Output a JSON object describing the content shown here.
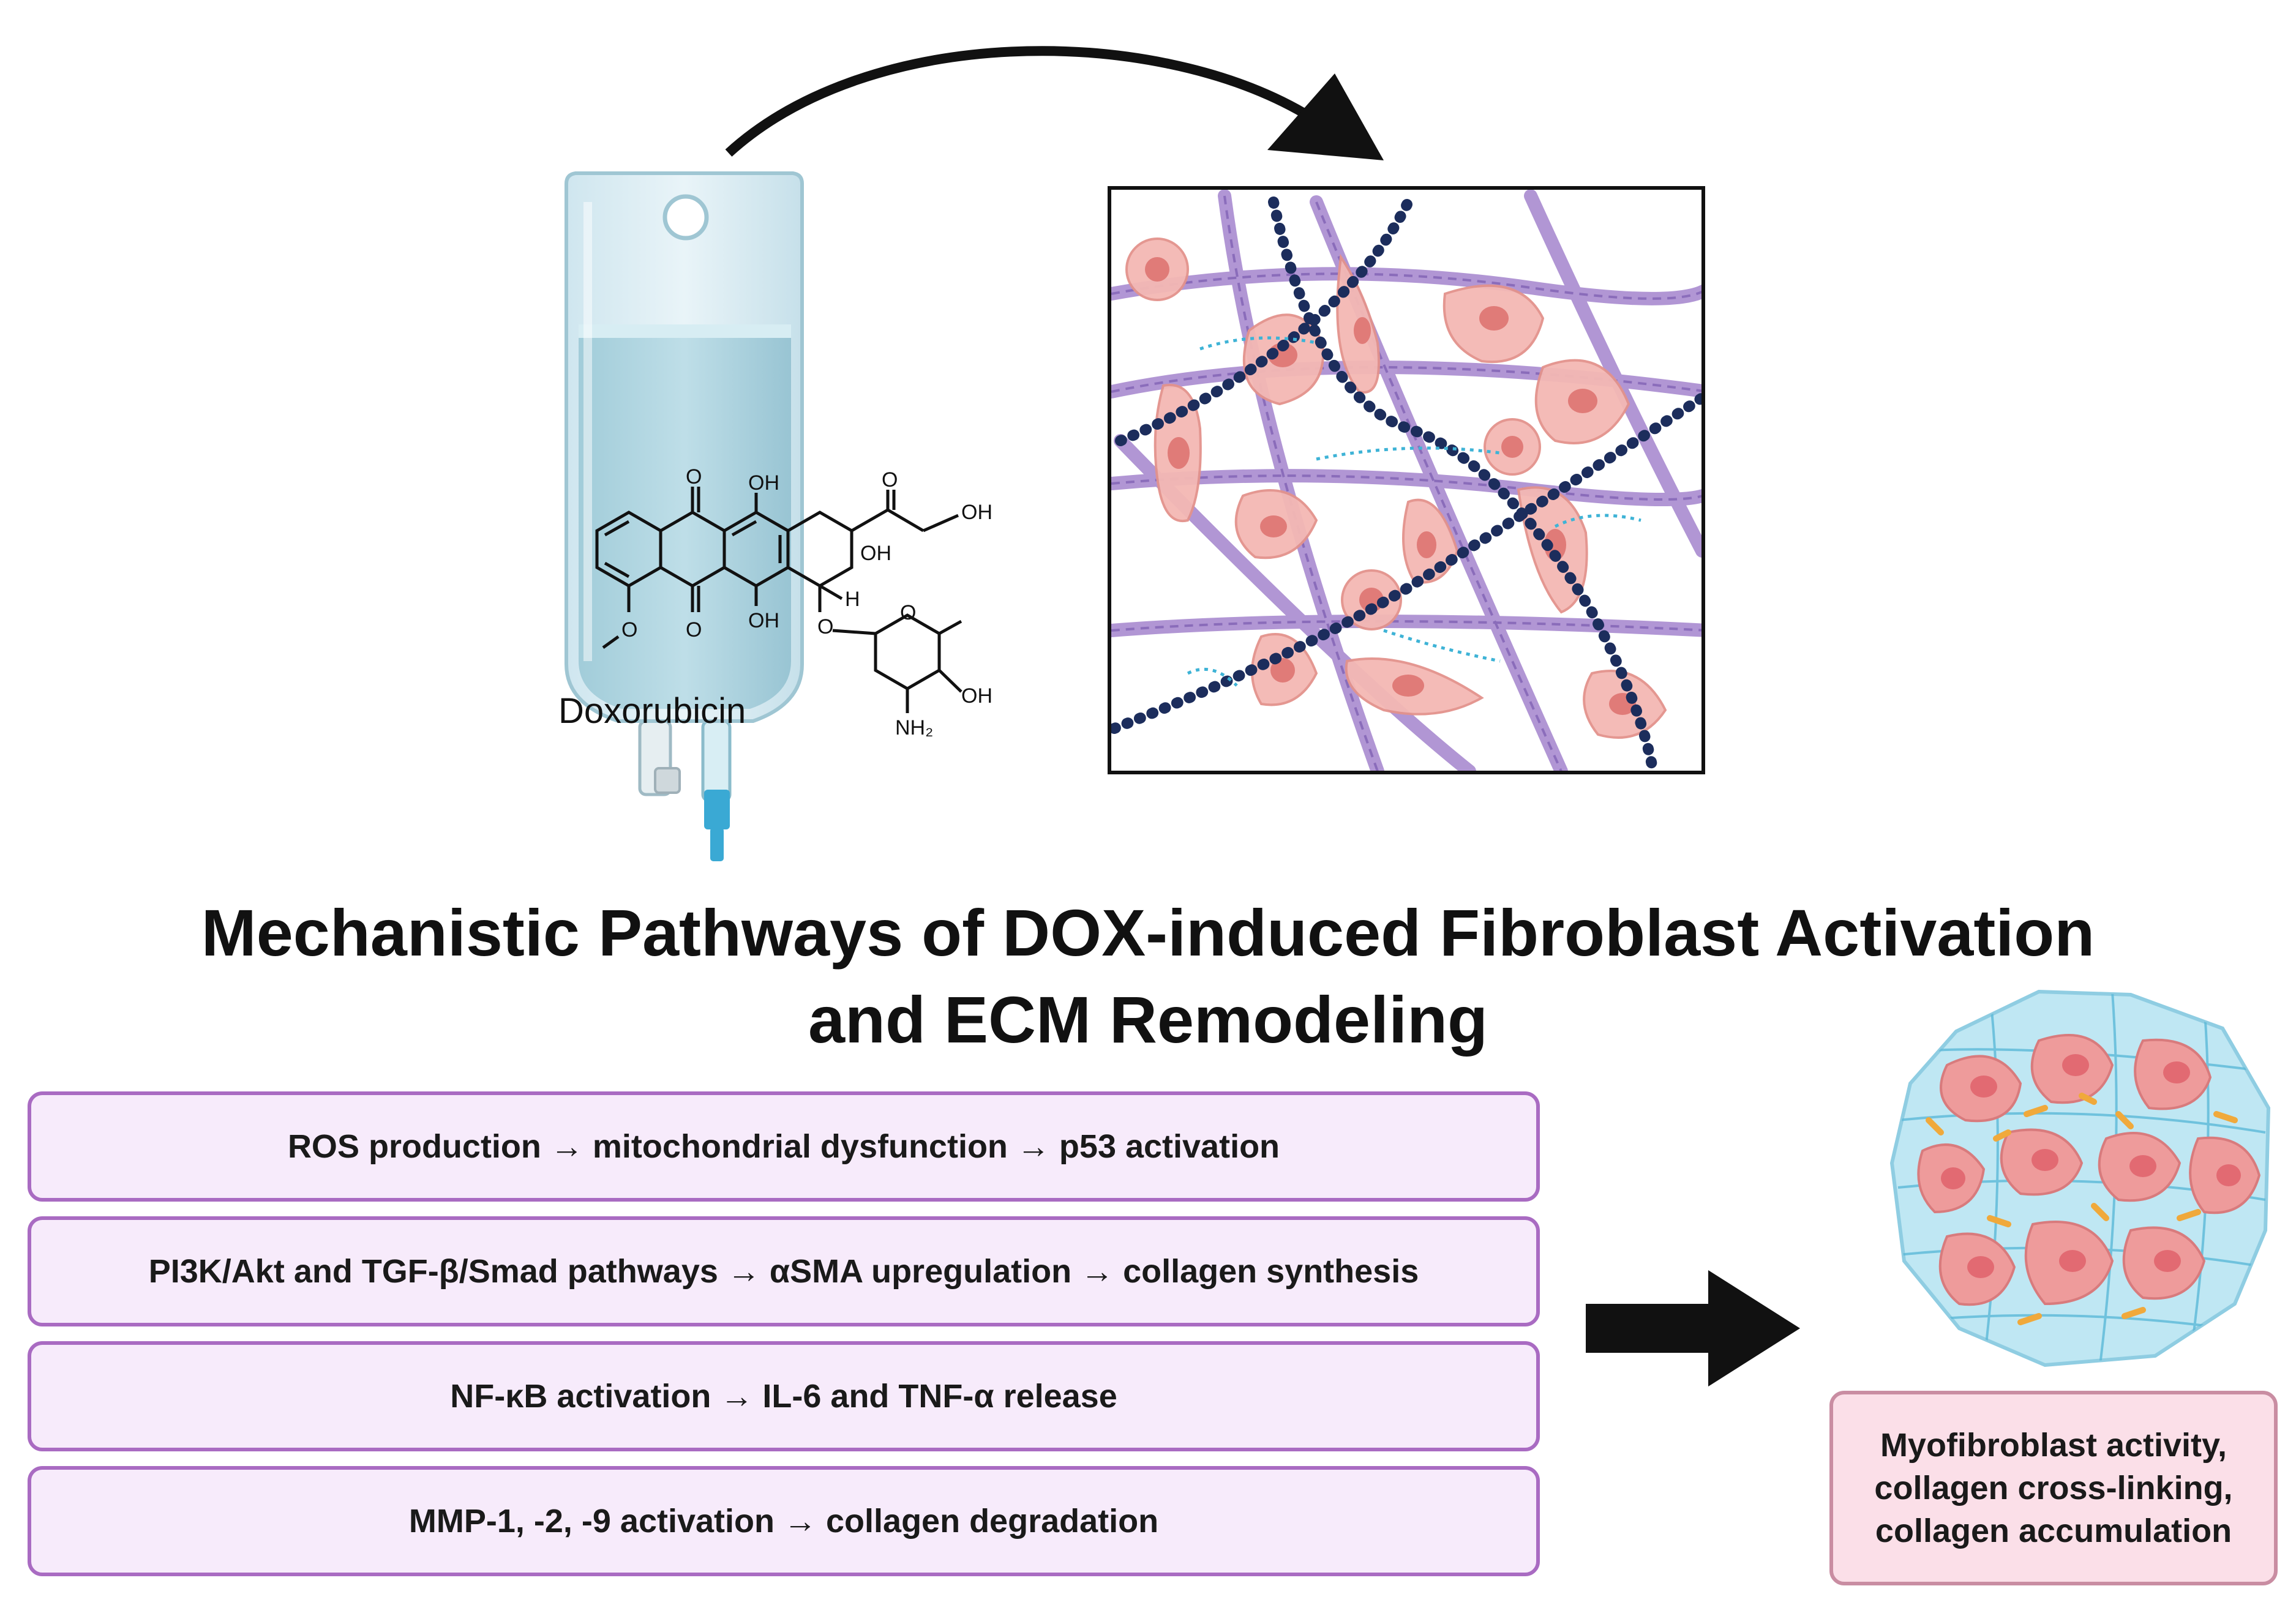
{
  "drug": {
    "name": "Doxorubicin",
    "structure_labels": {
      "o_top_left": "O",
      "o_bottom_left": "O",
      "oh_ring_top": "OH",
      "oh_ring_bottom": "OH",
      "o_ketone": "O",
      "oh_chain": "OH",
      "oh_quaternary": "OH",
      "h": "H",
      "o_methoxy": "O",
      "o_glycoside": "O",
      "o_sugar_ring": "O",
      "oh_sugar": "OH",
      "nh2": "NH₂"
    }
  },
  "title": {
    "line1": "Mechanistic Pathways of DOX-induced Fibroblast Activation",
    "line2": "and ECM Remodeling"
  },
  "pathways": [
    "ROS production → mitochondrial dysfunction → p53 activation",
    "PI3K/Akt and TGF-β/Smad pathways → αSMA upregulation → collagen synthesis",
    "NF-κB activation → IL-6 and TNF-α release",
    "MMP-1, -2, -9 activation → collagen degradation"
  ],
  "outcome": {
    "line1": "Myofibroblast activity,",
    "line2": "collagen cross-linking,",
    "line3": "collagen accumulation"
  },
  "colors": {
    "pathway_fill": "#f7ebfb",
    "pathway_border": "#a96bc2",
    "outcome_fill": "#fbdfe8",
    "outcome_border": "#c98da2",
    "fibroblast": "#f4b8b4",
    "collagen": "#a98bd0",
    "arrow": "#111111"
  },
  "icons": [
    "iv-bag-icon",
    "curved-arrow-icon",
    "fibroblast-ecm-icon",
    "right-arrow-icon",
    "fibrotic-tissue-icon"
  ]
}
